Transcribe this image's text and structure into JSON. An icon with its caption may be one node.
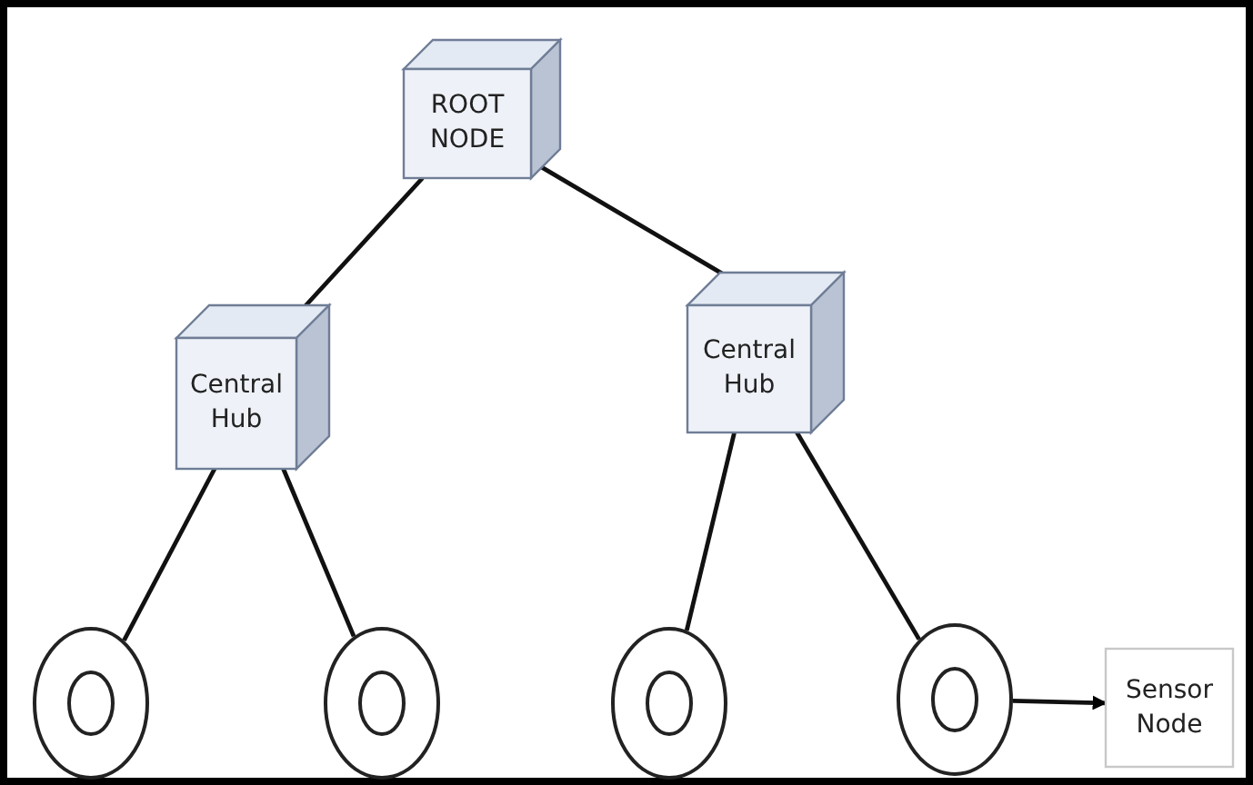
{
  "diagram": {
    "nodes": [
      {
        "text": [
          "ROOT NODE"
        ]
      },
      {
        "text": [
          "Central Hub"
        ]
      },
      {
        "text": [
          "Central Hub"
        ]
      },
      {
        "text": [],
        "shape": "circle"
      },
      {
        "text": [],
        "shape": "circle"
      },
      {
        "text": [],
        "shape": "circle"
      },
      {
        "text": [],
        "shape": "circle"
      },
      {
        "text": [
          "Sensor Node"
        ]
      }
    ],
    "edges": [
      {
        "from": 0,
        "to": 1,
        "arrow": "none"
      },
      {
        "from": 0,
        "to": 2,
        "arrow": "none"
      },
      {
        "from": 1,
        "to": 3,
        "arrow": "none"
      },
      {
        "from": 1,
        "to": 4,
        "arrow": "none"
      },
      {
        "from": 2,
        "to": 5,
        "arrow": "none"
      },
      {
        "from": 2,
        "to": 6,
        "arrow": "none"
      },
      {
        "from": 6,
        "to": 7,
        "arrow": "to"
      }
    ]
  }
}
